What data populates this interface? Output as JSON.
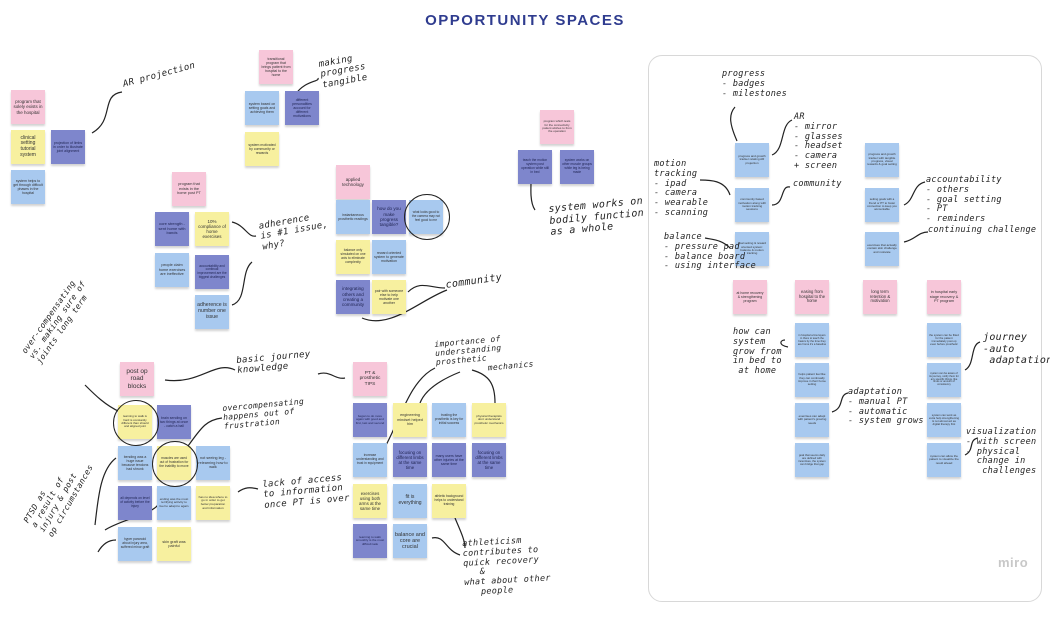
{
  "title": "OPPORTUNITY SPACES",
  "brand": "miro",
  "colors": {
    "pink": "#f7c6d9",
    "yellow": "#f7f09f",
    "blue": "#a8c9ef",
    "purple": "#7e86cc",
    "title": "#2f3c8f"
  },
  "stickies": [
    {
      "color": "pink",
      "text": "program that solely exists in the hospital"
    },
    {
      "color": "yellow",
      "text": "clinical setting tutorial system"
    },
    {
      "color": "purple",
      "text": "projection of limbs in order to illustrate joint alignment"
    },
    {
      "color": "blue",
      "text": "system helps to get through difficult phases in the hospital"
    },
    {
      "color": "pink",
      "text": "transitional program that brings patient from hospital to the home"
    },
    {
      "color": "blue",
      "text": "system based on setting goals and achieving them"
    },
    {
      "color": "purple",
      "text": "different personalities account for different motivations"
    },
    {
      "color": "yellow",
      "text": "system motivated by community or rewards"
    },
    {
      "color": "pink",
      "text": "program that exists in the home post PT"
    },
    {
      "color": "purple",
      "text": "core strength - sent home with bands"
    },
    {
      "color": "yellow",
      "text": "10% compliance of home exercises"
    },
    {
      "color": "blue",
      "text": "people claim home exercises are ineffective"
    },
    {
      "color": "purple",
      "text": "accountability and continual improvement are the biggest challenges"
    },
    {
      "color": "blue",
      "text": "adherence is number one issue"
    },
    {
      "color": "pink",
      "text": "applied technology"
    },
    {
      "color": "blue",
      "text": "instantaneous prosthetic readings"
    },
    {
      "color": "purple",
      "text": "how do you make progress tangible?"
    },
    {
      "color": "blue",
      "text": "what looks good to the camera may not feel good to me"
    },
    {
      "color": "yellow",
      "text": "balance only simulated on one axis to eliminate complexity"
    },
    {
      "color": "blue",
      "text": "reward oriented system to generate motivation"
    },
    {
      "color": "purple",
      "text": "integrating others and creating a community"
    },
    {
      "color": "yellow",
      "text": "pair with someone else to help motivate one another"
    },
    {
      "color": "pink",
      "text": "program which tests for the connectivity patient wishes to from the operation"
    },
    {
      "color": "purple",
      "text": "teach the motion system post operation while still in bed"
    },
    {
      "color": "purple",
      "text": "system works on other muscle groups while leg is being made"
    },
    {
      "color": "pink",
      "text": "post op road blocks"
    },
    {
      "color": "yellow",
      "text": "learning to walk is hard is constantly different than should and aligned joint"
    },
    {
      "color": "purple",
      "text": "brain sending on two things at once - catch a ball"
    },
    {
      "color": "blue",
      "text": "bending was a huge issue because tendons had shrunk"
    },
    {
      "color": "yellow",
      "text": "muscles are used out of frustration for the inability to move"
    },
    {
      "color": "blue",
      "text": "not seeing leg - relearning how to walk"
    },
    {
      "color": "purple",
      "text": "all depends on level of activity before the injury"
    },
    {
      "color": "blue",
      "text": "ending was the most terrifying activity to feel to adapt to again"
    },
    {
      "color": "yellow",
      "text": "has no idea where to go in order to get better preparation and information"
    },
    {
      "color": "blue",
      "text": "hyper paranoid about injury area, suffered minor graft"
    },
    {
      "color": "yellow",
      "text": "skin graft was painful"
    },
    {
      "color": "pink",
      "text": "PT & prosthetic TIPS"
    },
    {
      "color": "purple",
      "text": "began to do more again with good and first, last and second"
    },
    {
      "color": "yellow",
      "text": "engineering mindset helped him"
    },
    {
      "color": "blue",
      "text": "trusting the prosthetic is key for initial success"
    },
    {
      "color": "yellow",
      "text": "physical therapists dont understand prosthetic mechanics"
    },
    {
      "color": "blue",
      "text": "increase understanding and trust in equipment"
    },
    {
      "color": "purple",
      "text": "focusing on different limbs at the same time"
    },
    {
      "color": "purple",
      "text": "many users have other injuries at the same time"
    },
    {
      "color": "purple",
      "text": "focusing on different limbs at the same time"
    },
    {
      "color": "yellow",
      "text": "exercises using both arms at the same time"
    },
    {
      "color": "blue",
      "text": "fit is everything"
    },
    {
      "color": "yellow",
      "text": "athletic background helps to understand training"
    },
    {
      "color": "purple",
      "text": "learning to walk smoothly is the most difficult task"
    },
    {
      "color": "blue",
      "text": "balance and core are crucial"
    },
    {
      "color": "blue",
      "text": "progress and growth tracker relating AR projection"
    },
    {
      "color": "blue",
      "text": "community based motivation along with motion tracking sessions"
    },
    {
      "color": "blue",
      "text": "goal setting & reward oriented system: balance & motion tracking"
    },
    {
      "color": "blue",
      "text": "progress and growth tracker with tangible progress, visual rewards & goal setting"
    },
    {
      "color": "blue",
      "text": "setting goals with a friend or PT to foster connection to keep you accountable"
    },
    {
      "color": "blue",
      "text": "exercises that actually contain skin challenge and motivate"
    },
    {
      "color": "pink",
      "text": "at home recovery & strengthening program"
    },
    {
      "color": "pink",
      "text": "easing from hospital to the home"
    },
    {
      "color": "pink",
      "text": "long term retention & motivation"
    },
    {
      "color": "pink",
      "text": "in hospital early stage recovery & PT program"
    },
    {
      "color": "blue",
      "text": "in hospital a few layers in there to teach the basics by the time they are home it's a baseline"
    },
    {
      "color": "blue",
      "text": "helps patient feel like they can continually improve in their home setting"
    },
    {
      "color": "blue",
      "text": "exercises can adapt with patient's growing needs"
    },
    {
      "color": "blue",
      "text": "goal that seems daily are defined with incentives, the system can bridge that gap"
    },
    {
      "color": "blue",
      "text": "the system can be fitted for the patient immediately post op even before prosthetic"
    },
    {
      "color": "blue",
      "text": "system can be aware of its journey, notify them for any specific things, like times or amount of consistency"
    },
    {
      "color": "blue",
      "text": "system can work as extra help strengthening & not almost act as digital therapy first"
    },
    {
      "color": "blue",
      "text": "system can allow the patient to visualize the result ahead"
    }
  ],
  "notes": [
    "AR projection",
    "making\nprogress\ntangible",
    "adherence\nis #1 issue,\nwhy?",
    "community",
    "system works on\nbodily function\nas a whole",
    "over-compensating\nvs. making sure of\njoints long term",
    "basic journey\nknowledge",
    "overcompensating\nhappens out of\nfrustration",
    "lack of access\nto information\nonce PT is over",
    "PTSD as\na result of\ninjury & post\nop circumstances",
    "importance of\nunderstanding\nprosthetic\n          mechanics",
    "athleticism\ncontributes to\nquick recovery\n   &\nwhat about other\n   people",
    "progress\n- badges\n- milestones",
    "AR\n- mirror\n- glasses\n- headset\n- camera\n+ screen",
    "motion\ntracking\n- ipad\n- camera\n- wearable\n- scanning",
    "community",
    "balance\n- pressure pad\n- balance board\n- using interface",
    "accountability\n- others\n- goal setting\n- PT\n- reminders",
    "continuing challenge",
    "how can\nsystem\ngrow from\nin bed to\n at home",
    "adaptation\n- manual PT\n- automatic\n- system grows",
    "journey\n-auto\n adaptation",
    "visualization\n- with screen\n- physical\n  change in\n   challenges"
  ]
}
